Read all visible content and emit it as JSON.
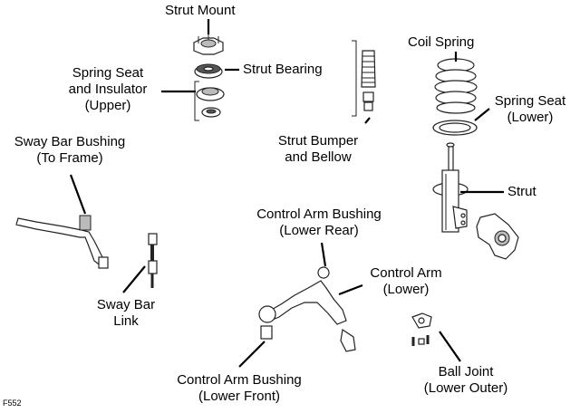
{
  "labels": {
    "strut_mount": "Strut Mount",
    "strut_bearing": "Strut Bearing",
    "spring_seat_upper": [
      "Spring Seat",
      "and Insulator",
      "(Upper)"
    ],
    "coil_spring": "Coil Spring",
    "spring_seat_lower": [
      "Spring Seat",
      "(Lower)"
    ],
    "strut_bumper": [
      "Strut Bumper",
      "and Bellow"
    ],
    "strut": "Strut",
    "sway_bar_bushing": [
      "Sway Bar Bushing",
      "(To Frame)"
    ],
    "control_arm_bushing_rear": [
      "Control Arm Bushing",
      "(Lower Rear)"
    ],
    "control_arm": [
      "Control Arm",
      "(Lower)"
    ],
    "sway_bar_link": [
      "Sway Bar",
      "Link"
    ],
    "control_arm_bushing_front": [
      "Control Arm Bushing",
      "(Lower Front)"
    ],
    "ball_joint": [
      "Ball Joint",
      "(Lower Outer)"
    ]
  },
  "figure_code": "F552"
}
